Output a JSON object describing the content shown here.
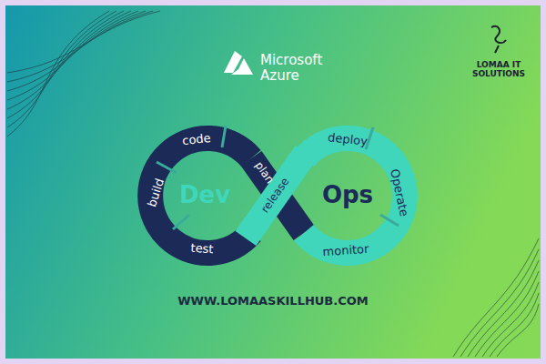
{
  "diagram": {
    "labels": [
      "Microsoft Azure",
      "LOMAA IT SOLUTIONS",
      "code",
      "plan",
      "build",
      "test",
      "release",
      "Dev",
      "deploy",
      "Operate",
      "monitor",
      "Ops",
      "WWW.LOMAASKILLHUB.COM"
    ]
  }
}
